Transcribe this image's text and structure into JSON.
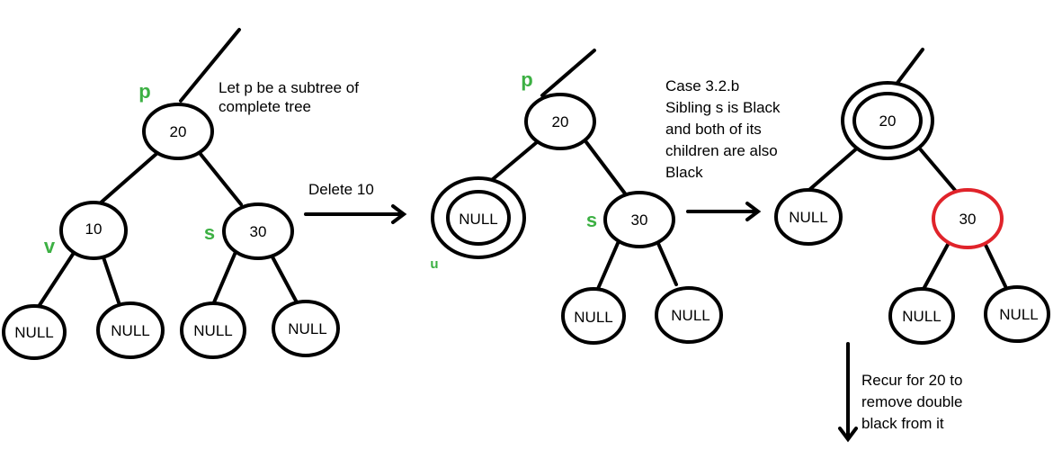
{
  "colors": {
    "ink": "#000000",
    "label": "#3cb043",
    "red": "#e0232a"
  },
  "diagram1": {
    "nodes": {
      "root": "20",
      "left": "10",
      "right": "30",
      "null1": "NULL",
      "null2": "NULL",
      "null3": "NULL",
      "null4": "NULL"
    },
    "labels": {
      "p": "p",
      "v": "v",
      "s": "s"
    },
    "note": [
      "Let p be a subtree of",
      "complete tree"
    ]
  },
  "arrow1_label": "Delete 10",
  "diagram2": {
    "nodes": {
      "root": "20",
      "left": "NULL",
      "right": "30",
      "null1": "NULL",
      "null2": "NULL"
    },
    "labels": {
      "p": "p",
      "s": "s",
      "u": "u"
    }
  },
  "case_note": [
    "Case 3.2.b",
    "Sibling s is Black",
    "and both of its",
    "children are also",
    "Black"
  ],
  "diagram3": {
    "nodes": {
      "root": "20",
      "left": "NULL",
      "right": "30",
      "null1": "NULL",
      "null2": "NULL"
    }
  },
  "recur_note": [
    "Recur for 20 to",
    "remove double",
    "black from it"
  ]
}
